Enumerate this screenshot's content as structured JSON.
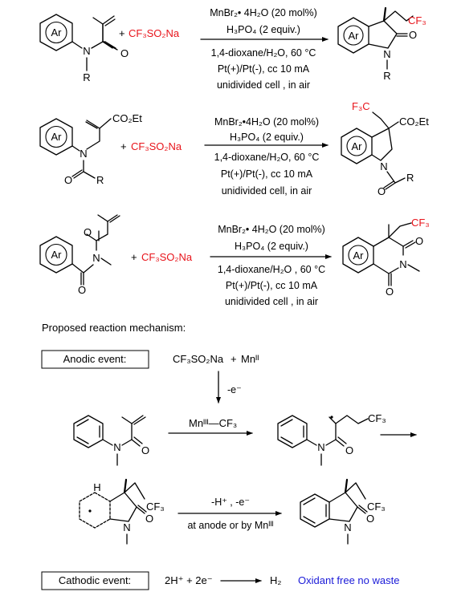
{
  "colors": {
    "reagent": "#e8141b",
    "note": "#1a1ad8",
    "ink": "#000000"
  },
  "reactions": [
    {
      "conditions": [
        "MnBr₂• 4H₂O (20 mol%)",
        "H₃PO₄ (2 equiv.)",
        "1,4-dioxane/H₂O, 60 °C",
        "Pt(+)/Pt(-), cc 10 mA",
        "unidivided cell , in air"
      ]
    },
    {
      "conditions": [
        "MnBr₂•4H₂O (20 mol%)",
        "H₃PO₄ (2 equiv.)",
        "1,4-dioxane/H₂O, 60 °C",
        "Pt(+)/Pt(-), cc 10 mA",
        "unidivided cell, in air"
      ]
    },
    {
      "conditions": [
        "MnBr₂• 4H₂O (20 mol%)",
        "H₃PO₄ (2 equiv.)",
        "1,4-dioxane/H₂O , 60 °C",
        "Pt(+)/Pt(-), cc 10 mA",
        "unidivided cell , in air"
      ]
    }
  ],
  "labels": {
    "ar": "Ar",
    "n": "N",
    "r": "R",
    "o": "O",
    "h": "H",
    "plus": "+",
    "reagent_a": "+ CF₃SO₂Na",
    "reagent_b": "CF₃SO₂Na",
    "cf3": "CF₃",
    "f3c": "F₃C",
    "co2et": "CO₂Et",
    "cf3so2na": "CF₃SO₂Na",
    "mn2": "Mnᴵᴵ",
    "minus_e": "-e⁻",
    "mn3_cf3": "Mnᴵᴵᴵ—CF₃",
    "step_h": "-H⁺ , -e⁻",
    "step_anode": "at anode or by Mnᴵᴵᴵ",
    "h2": "H₂",
    "electrons": "2H⁺ + 2e⁻"
  },
  "mechanism": {
    "title": "Proposed reaction mechanism:",
    "anodic": "Anodic event:",
    "cathodic": "Cathodic event:",
    "note": "Oxidant free no waste"
  }
}
